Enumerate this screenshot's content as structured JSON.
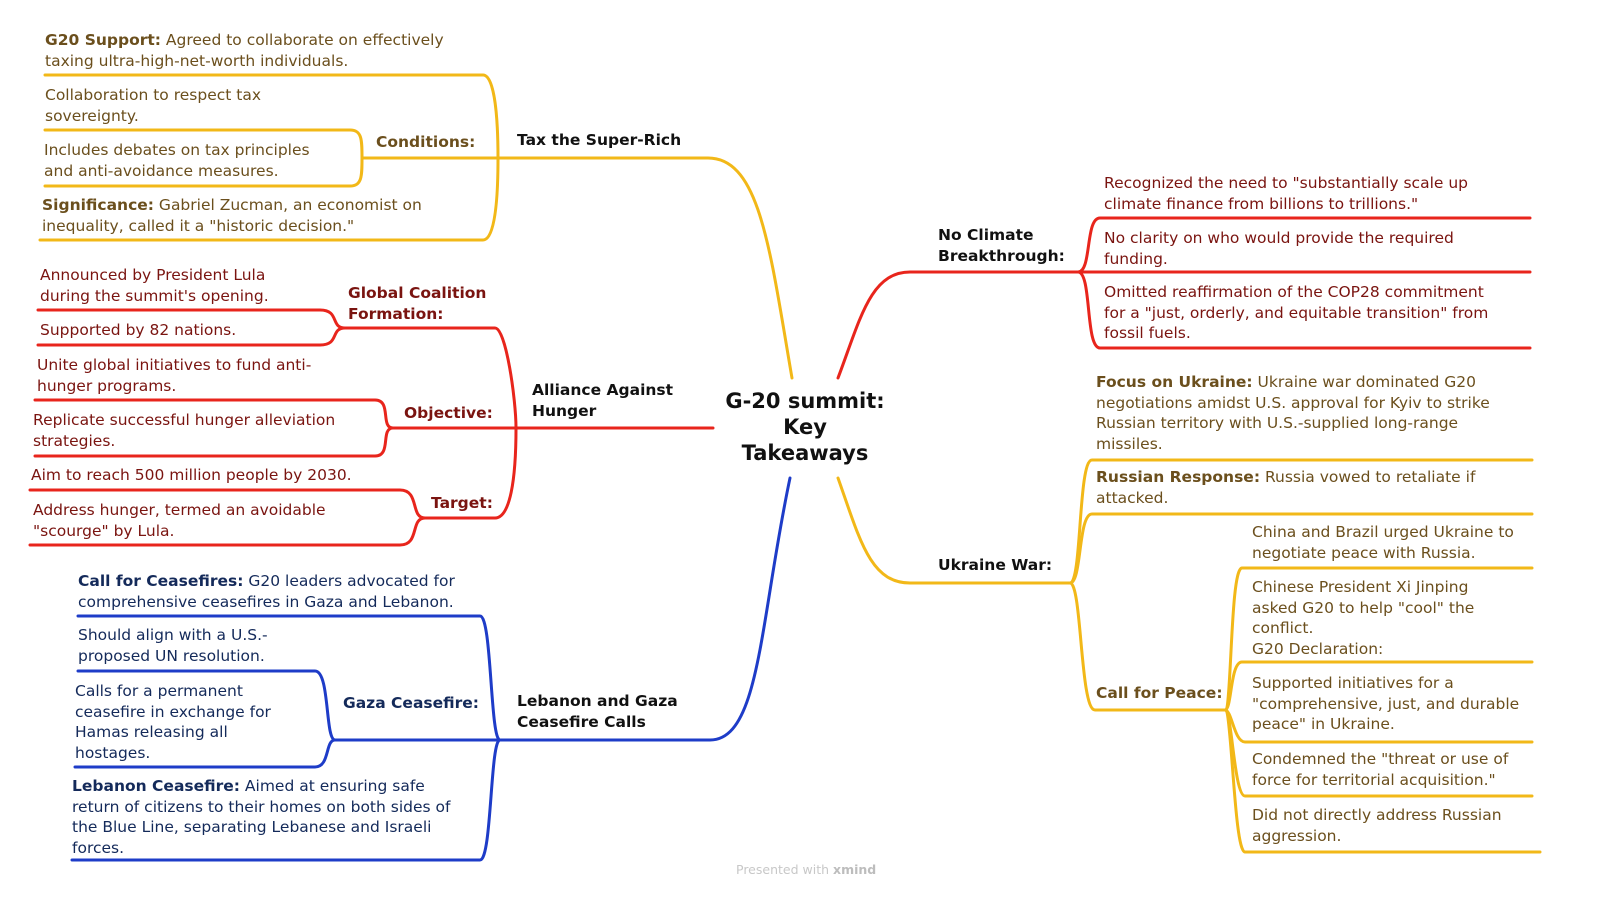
{
  "center": {
    "title": "G-20 summit:\nKey\nTakeaways"
  },
  "colors": {
    "tax": "#f2b818",
    "hunger": "#e8251c",
    "ceasefire": "#1e3cc8",
    "climate": "#e8251c",
    "ukraine": "#f2b818"
  },
  "tax": {
    "title": "Tax the Super-Rich",
    "g20_label": "G20 Support:",
    "g20_text_1": " Agreed to collaborate on effectively",
    "g20_text_2": "taxing ultra-high-net-worth individuals.",
    "conditions": "Conditions:",
    "cond_1a": "Collaboration to respect tax",
    "cond_1b": "sovereignty.",
    "cond_2a": "Includes debates on tax principles",
    "cond_2b": "and anti-avoidance measures.",
    "sig_label": "Significance:",
    "sig_text_1": " Gabriel Zucman, an economist on",
    "sig_text_2": "inequality, called it a \"historic decision.\""
  },
  "hunger": {
    "title_1": "Alliance Against",
    "title_2": "Hunger",
    "coalition_1": "Global Coalition",
    "coalition_2": "Formation:",
    "coal_1a": "Announced by President Lula",
    "coal_1b": "during the summit's opening.",
    "coal_2": "Supported by 82 nations.",
    "objective": "Objective:",
    "obj_1a": "Unite global initiatives to fund anti-",
    "obj_1b": "hunger programs.",
    "obj_2a": "Replicate successful hunger alleviation",
    "obj_2b": "strategies.",
    "target": "Target:",
    "tgt_1": "Aim to reach 500 million people by 2030.",
    "tgt_2a": "Address hunger, termed an avoidable",
    "tgt_2b": "\"scourge\" by Lula."
  },
  "ceasefire": {
    "title_1": "Lebanon and Gaza",
    "title_2": "Ceasefire Calls",
    "call_label": "Call for Ceasefires:",
    "call_text_1": " G20 leaders advocated for",
    "call_text_2": "comprehensive ceasefires in Gaza and Lebanon.",
    "gaza": "Gaza Ceasefire:",
    "gaza_1a": "Should align with a U.S.-",
    "gaza_1b": "proposed UN resolution.",
    "gaza_2a": "Calls for a permanent",
    "gaza_2b": "ceasefire in exchange for",
    "gaza_2c": "Hamas releasing all",
    "gaza_2d": "hostages.",
    "leb_label": "Lebanon Ceasefire:",
    "leb_text_1": " Aimed at ensuring safe",
    "leb_text_2": "return of citizens to their homes on both sides of",
    "leb_text_3": "the Blue Line, separating Lebanese and Israeli",
    "leb_text_4": "forces."
  },
  "climate": {
    "title_1": "No Climate",
    "title_2": "Breakthrough:",
    "c1a": "Recognized the need to \"substantially scale up",
    "c1b": "climate finance from billions to trillions.\"",
    "c2a": "No clarity on who would provide the required",
    "c2b": "funding.",
    "c3a": "Omitted reaffirmation of the COP28 commitment",
    "c3b": "for a \"just, orderly, and equitable transition\" from",
    "c3c": "fossil fuels."
  },
  "ukraine": {
    "title": "Ukraine War:",
    "focus_label": "Focus on Ukraine:",
    "focus_1": " Ukraine war dominated G20",
    "focus_2": "negotiations amidst U.S. approval for Kyiv to strike",
    "focus_3": "Russian territory with U.S.-supplied long-range",
    "focus_4": "missiles.",
    "resp_label": "Russian Response:",
    "resp_1": " Russia vowed to retaliate if",
    "resp_2": "attacked.",
    "peace": "Call for Peace:",
    "p1a": "China and Brazil urged Ukraine to",
    "p1b": "negotiate peace with Russia.",
    "p2a": "Chinese President Xi Jinping",
    "p2b": "asked G20 to help \"cool\" the",
    "p2c": "conflict.",
    "p2d": "G20 Declaration:",
    "p3a": "Supported initiatives for a",
    "p3b": "\"comprehensive, just, and durable",
    "p3c": "peace\" in Ukraine.",
    "p4a": "Condemned the \"threat or use of",
    "p4b": "force for territorial acquisition.\"",
    "p5a": "Did not directly address Russian",
    "p5b": "aggression."
  },
  "footer": {
    "prefix": "Presented with ",
    "brand": "xmind"
  }
}
